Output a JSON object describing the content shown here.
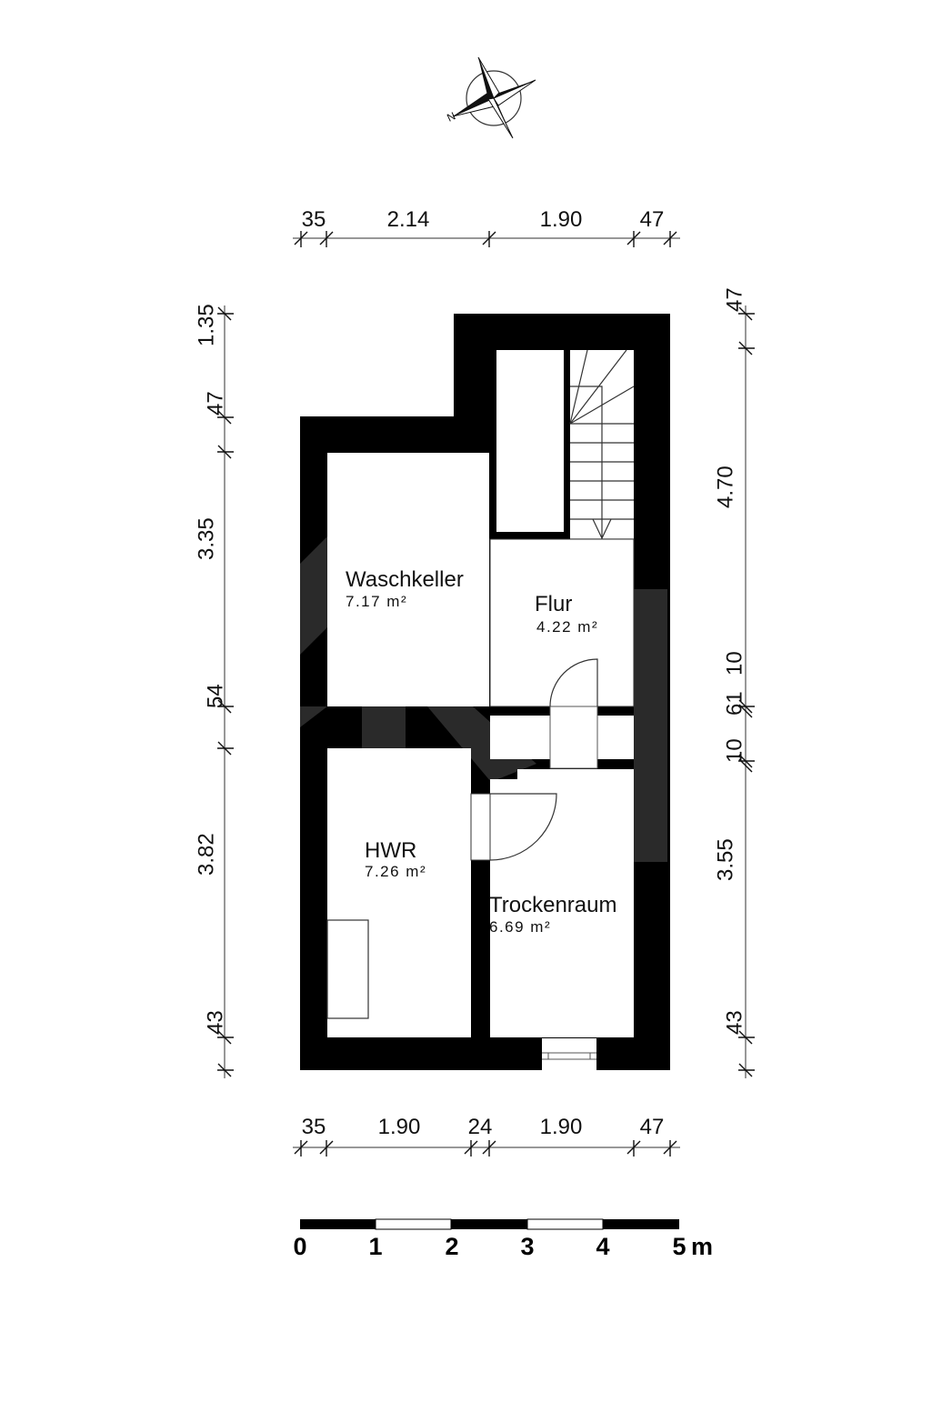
{
  "compass": {
    "icon": "compass-rose-icon",
    "north_label": "N"
  },
  "rooms": [
    {
      "name": "Waschkeller",
      "area": "7.17 m²"
    },
    {
      "name": "Flur",
      "area": "4.22 m²"
    },
    {
      "name": "HWR",
      "area": "7.26 m²"
    },
    {
      "name": "Trockenraum",
      "area": "6.69 m²"
    }
  ],
  "dimensions": {
    "top": [
      "35",
      "2.14",
      "1.90",
      "47"
    ],
    "bottom": [
      "35",
      "1.90",
      "24",
      "1.90",
      "47"
    ],
    "left": [
      "1.35",
      "47",
      "3.35",
      "54",
      "3.82",
      "43"
    ],
    "right": [
      "47",
      "4.70",
      "10",
      "61",
      "10",
      "3.55",
      "43"
    ]
  },
  "scale_bar": {
    "labels": [
      "0",
      "1",
      "2",
      "3",
      "4",
      "5"
    ],
    "unit": "m",
    "colors": [
      "#000000",
      "#ffffff",
      "#000000",
      "#ffffff",
      "#000000"
    ]
  },
  "colors": {
    "wall": "#000000",
    "watermark": "#2a2a2a",
    "floor": "#ffffff"
  }
}
